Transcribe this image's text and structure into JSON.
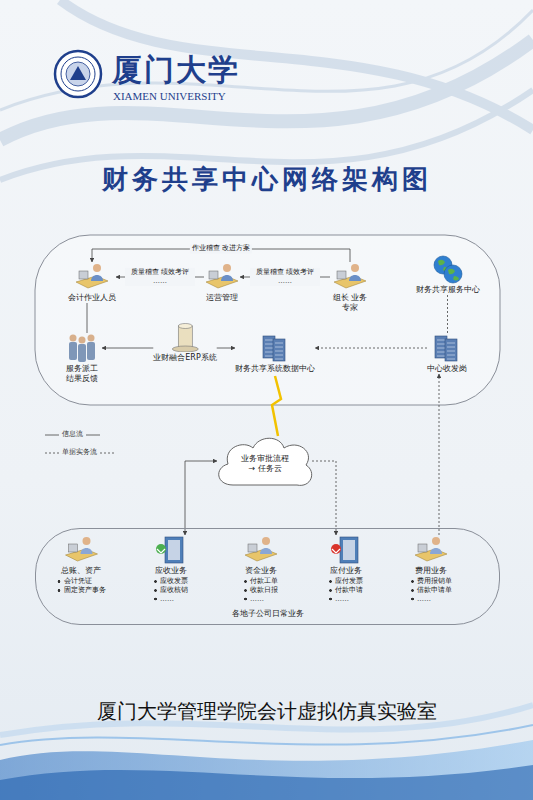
{
  "diagram": {
    "title": "财务共享中心网络架构图",
    "caption": "厦门大学管理学院会计虚拟仿真实验室",
    "nodes": [
      {
        "text": [
          "会计作业人员"
        ]
      },
      {
        "text": [
          "运营管理"
        ]
      },
      {
        "text": [
          "组长 业务专家"
        ]
      },
      {
        "text": [
          "财务共享服务中心"
        ]
      },
      {
        "text": [
          "服务派工 结果反馈"
        ]
      },
      {
        "text": [
          "业财融合ERP系统"
        ]
      },
      {
        "text": [
          "财务共享系统数据中心"
        ]
      },
      {
        "text": [
          "中心收发岗"
        ]
      },
      {
        "text": [
          "业务审批流程 → 任务云"
        ]
      },
      {
        "text": [
          "各地子公司日常业务"
        ]
      },
      {
        "text": [
          "总账、资产",
          "会计凭证",
          "固定资产事务"
        ],
        "in": 9
      },
      {
        "text": [
          "应收业务",
          "应收发票",
          "应收核销",
          "……"
        ],
        "in": 9
      },
      {
        "text": [
          "资金业务",
          "付款工单",
          "收款日报",
          "……"
        ],
        "in": 9
      },
      {
        "text": [
          "应付业务",
          "应付发票",
          "付款申请",
          "……"
        ],
        "in": 9
      },
      {
        "text": [
          "费用业务",
          "费用报销单",
          "借款申请单",
          "……"
        ],
        "in": 9
      }
    ],
    "edges": [
      {
        "from": 2,
        "to": 0,
        "label": "作业稽查 改进方案",
        "arrow": "to"
      },
      {
        "from": 1,
        "to": 0,
        "label": "质量稽查 绩效考评 ……",
        "arrow": "to"
      },
      {
        "from": 2,
        "to": 1,
        "label": "质量稽查 绩效考评 ……",
        "arrow": "to"
      },
      {
        "from": 0,
        "to": 4,
        "arrow": "none"
      },
      {
        "from": 5,
        "to": 4,
        "arrow": "to"
      },
      {
        "from": 5,
        "to": 6,
        "arrow": "to"
      },
      {
        "from": 7,
        "to": 6,
        "arrow": "to"
      },
      {
        "from": 3,
        "to": 7,
        "arrow": "none"
      },
      {
        "from": 6,
        "to": 8,
        "arrow": "none"
      },
      {
        "from": 8,
        "to": 11,
        "arrow": "both"
      },
      {
        "from": 8,
        "to": 13,
        "arrow": "to"
      },
      {
        "from": 14,
        "to": 7,
        "arrow": "to"
      }
    ],
    "labels": [
      "厦门大学",
      "XIAMEN UNIVERSITY"
    ],
    "legend": [
      {
        "text": "信息流"
      },
      {
        "text": "单据实务流"
      }
    ]
  }
}
